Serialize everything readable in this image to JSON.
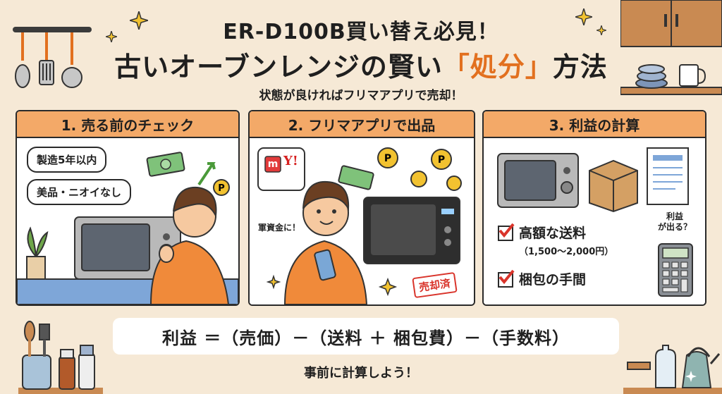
{
  "header": {
    "title_line1": "ER-D100B買い替え必見！",
    "title_line2_pre": "古いオーブンレンジの賢い",
    "title_line2_highlight": "「処分」",
    "title_line2_post": "方法",
    "subtitle": "状態が良ければフリマアプリで売却！"
  },
  "panels": [
    {
      "heading": "1. 売る前のチェック",
      "bubbles": [
        "製造5年以内",
        "美品・ニオイなし"
      ]
    },
    {
      "heading": "2. フリマアプリで出品",
      "speech": "軍資金に！",
      "stamp": "売却済",
      "app_badge": "m",
      "yahoo_badge": "Y!"
    },
    {
      "heading": "3. 利益の計算",
      "checks": [
        {
          "label": "高額な送料",
          "sub": "（1,500〜2,000円）"
        },
        {
          "label": "梱包の手間",
          "sub": ""
        }
      ],
      "calc_question": "利益\nが出る？"
    }
  ],
  "formula": "利益 ＝（売価）－（送料 ＋ 梱包費）－（手数料）",
  "footer": "事前に計算しよう！",
  "colors": {
    "background": "#f6e9d6",
    "panel_header": "#f3a968",
    "accent": "#e2701f",
    "check_red": "#d9342b"
  }
}
